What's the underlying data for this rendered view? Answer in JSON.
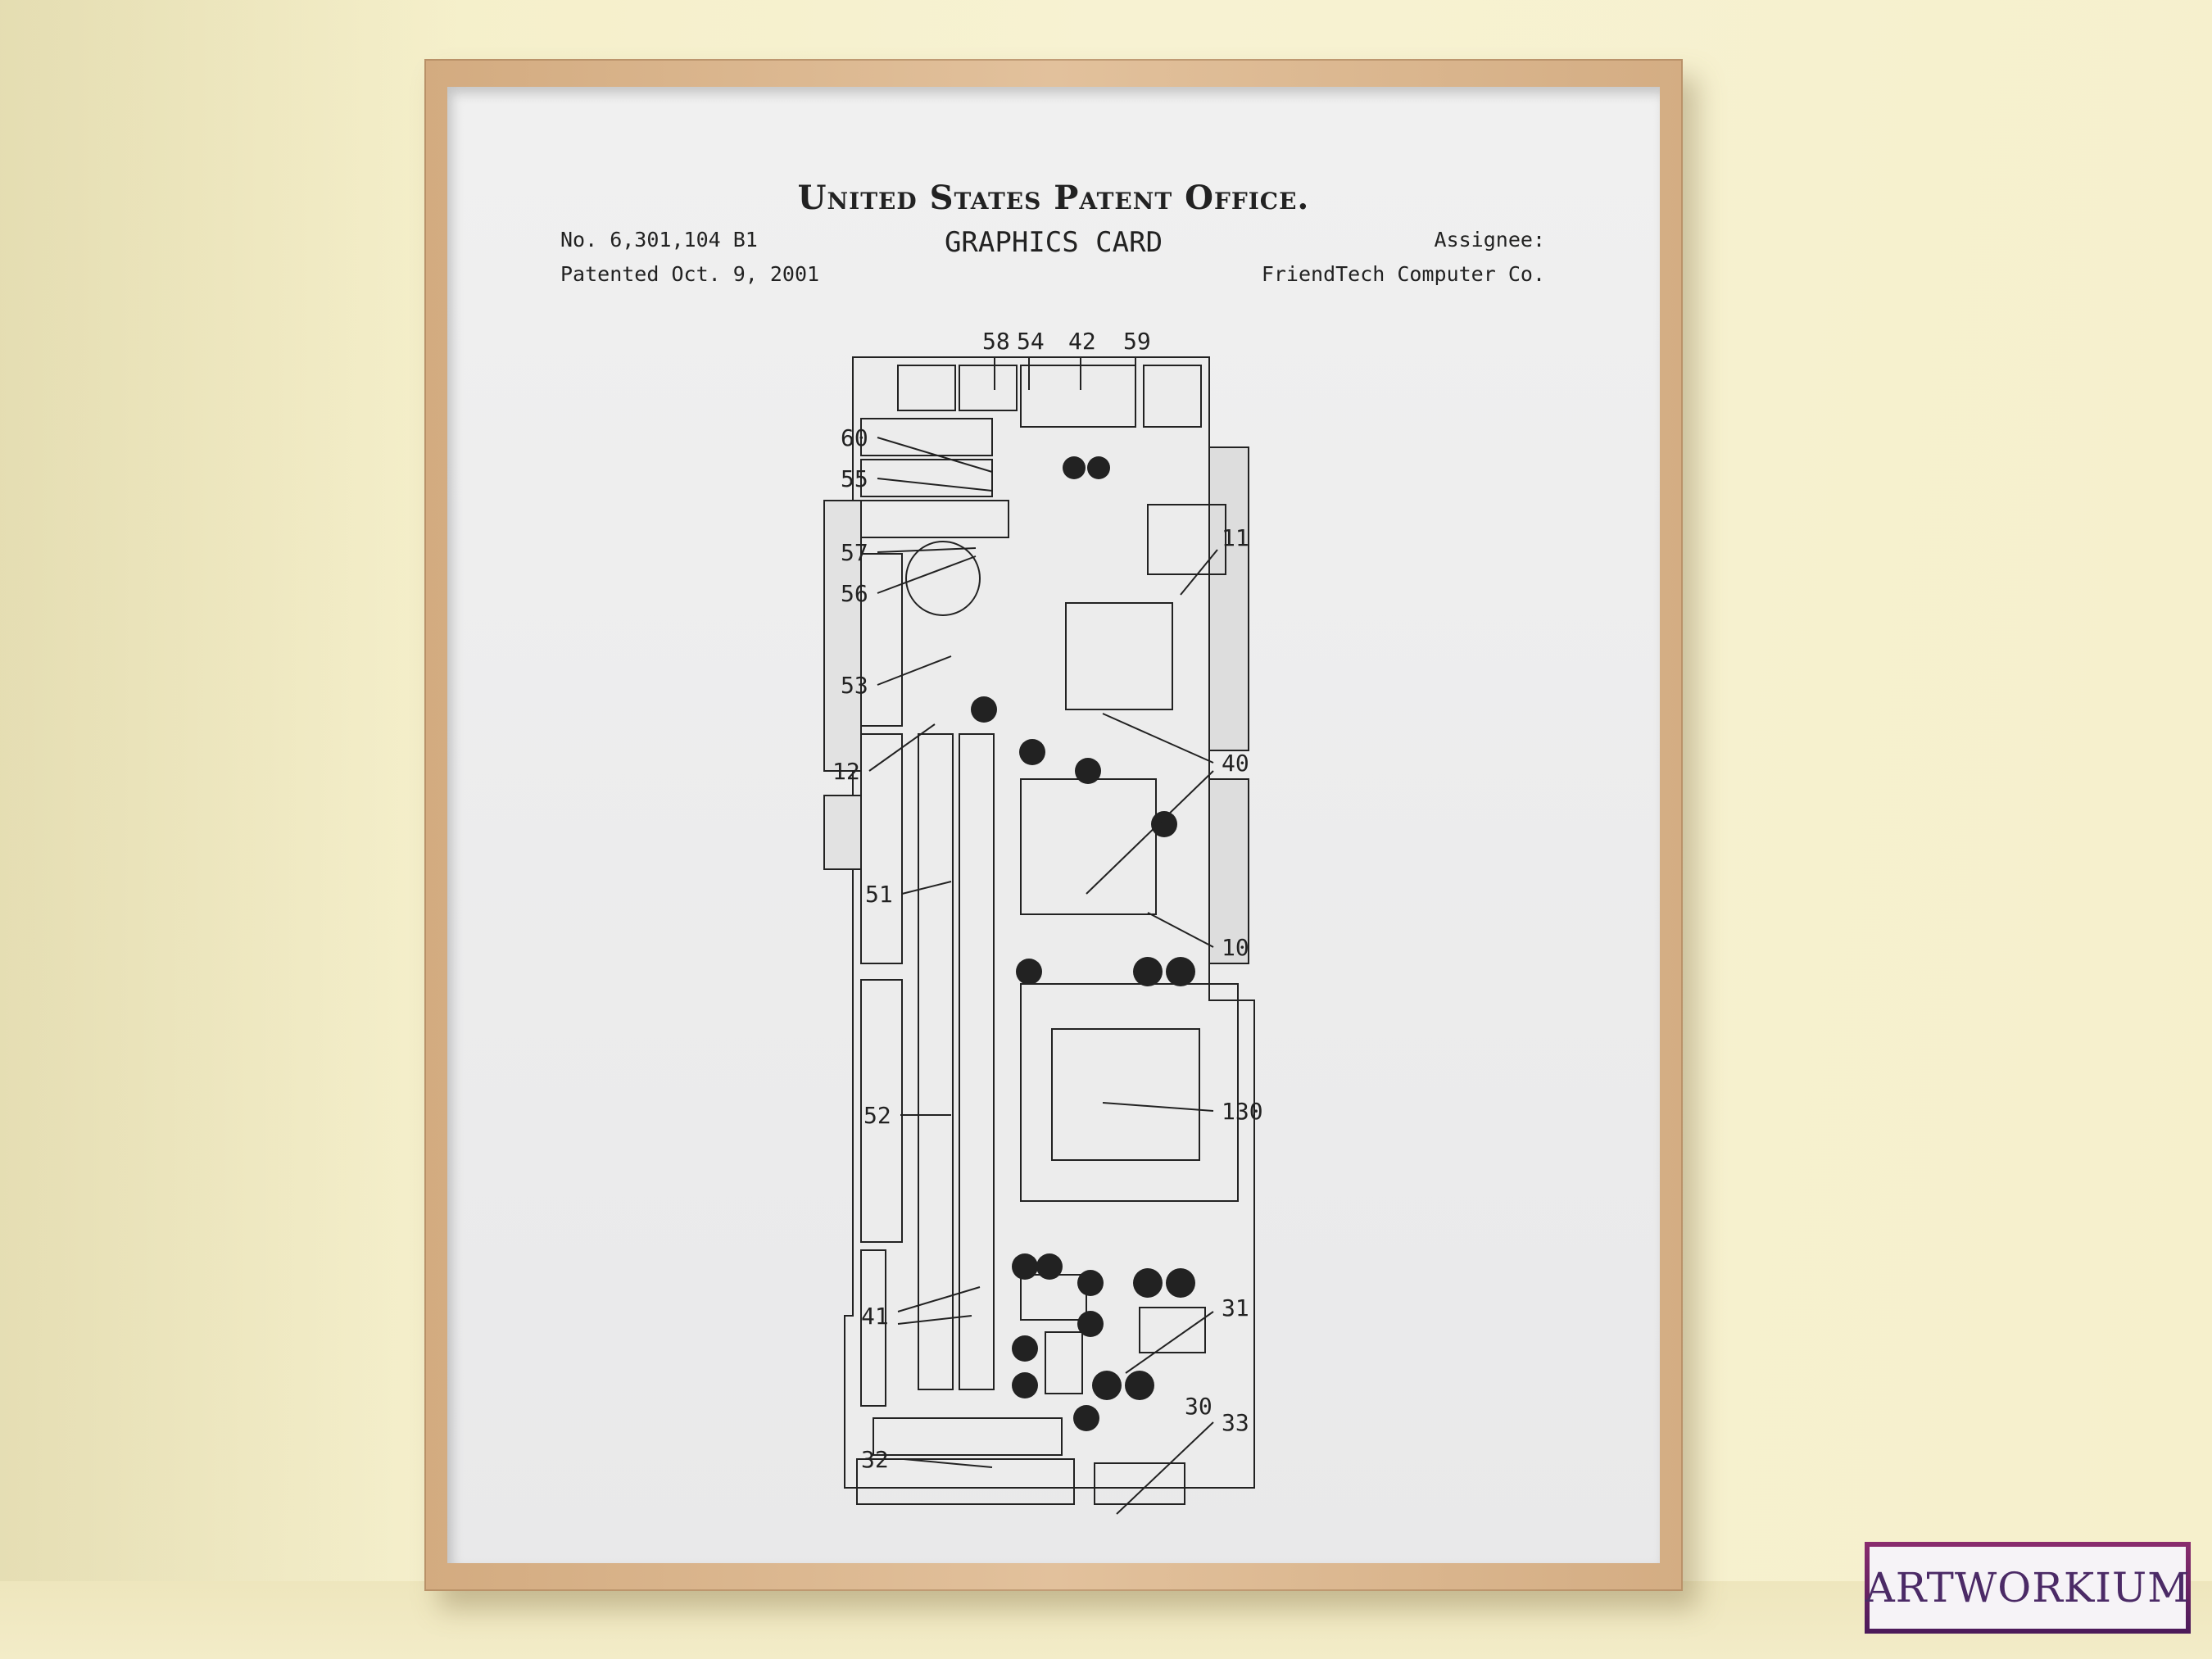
{
  "poster": {
    "office": "United States Patent Office.",
    "title": "GRAPHICS CARD",
    "number": "No. 6,301,104 B1",
    "date": "Patented Oct. 9, 2001",
    "assignee_label": "Assignee:",
    "assignee": "FriendTech Computer Co."
  },
  "drawing": {
    "labels": [
      "58",
      "54",
      "42",
      "59",
      "60",
      "55",
      "57",
      "56",
      "53",
      "12",
      "51",
      "52",
      "41",
      "32",
      "11",
      "40",
      "10",
      "130",
      "31",
      "30",
      "33"
    ]
  },
  "watermark": "ARTWORKIUM"
}
